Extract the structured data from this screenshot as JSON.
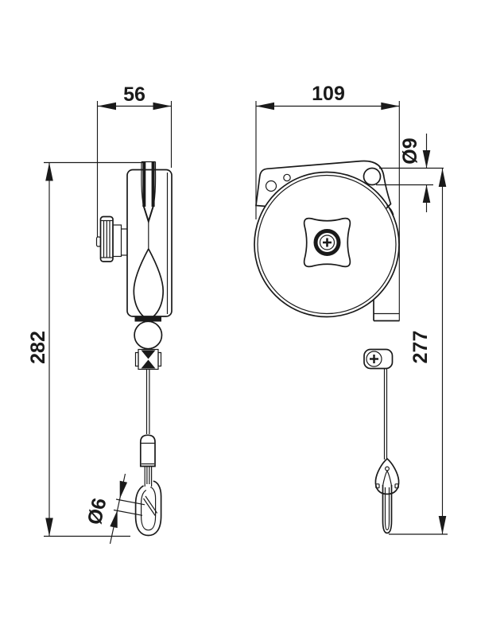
{
  "colors": {
    "ink": "#1a1a1a",
    "background": "#ffffff"
  },
  "drawing": {
    "type": "technical-drawing",
    "views": {
      "side_view": {
        "dimensions": {
          "top_width": "56",
          "overall_height": "282",
          "hook_wire_diameter": "Ø6"
        }
      },
      "front_view": {
        "dimensions": {
          "overall_width": "109",
          "mount_hole_diameter": "Ø9",
          "body_to_hook_height": "277"
        }
      }
    }
  }
}
